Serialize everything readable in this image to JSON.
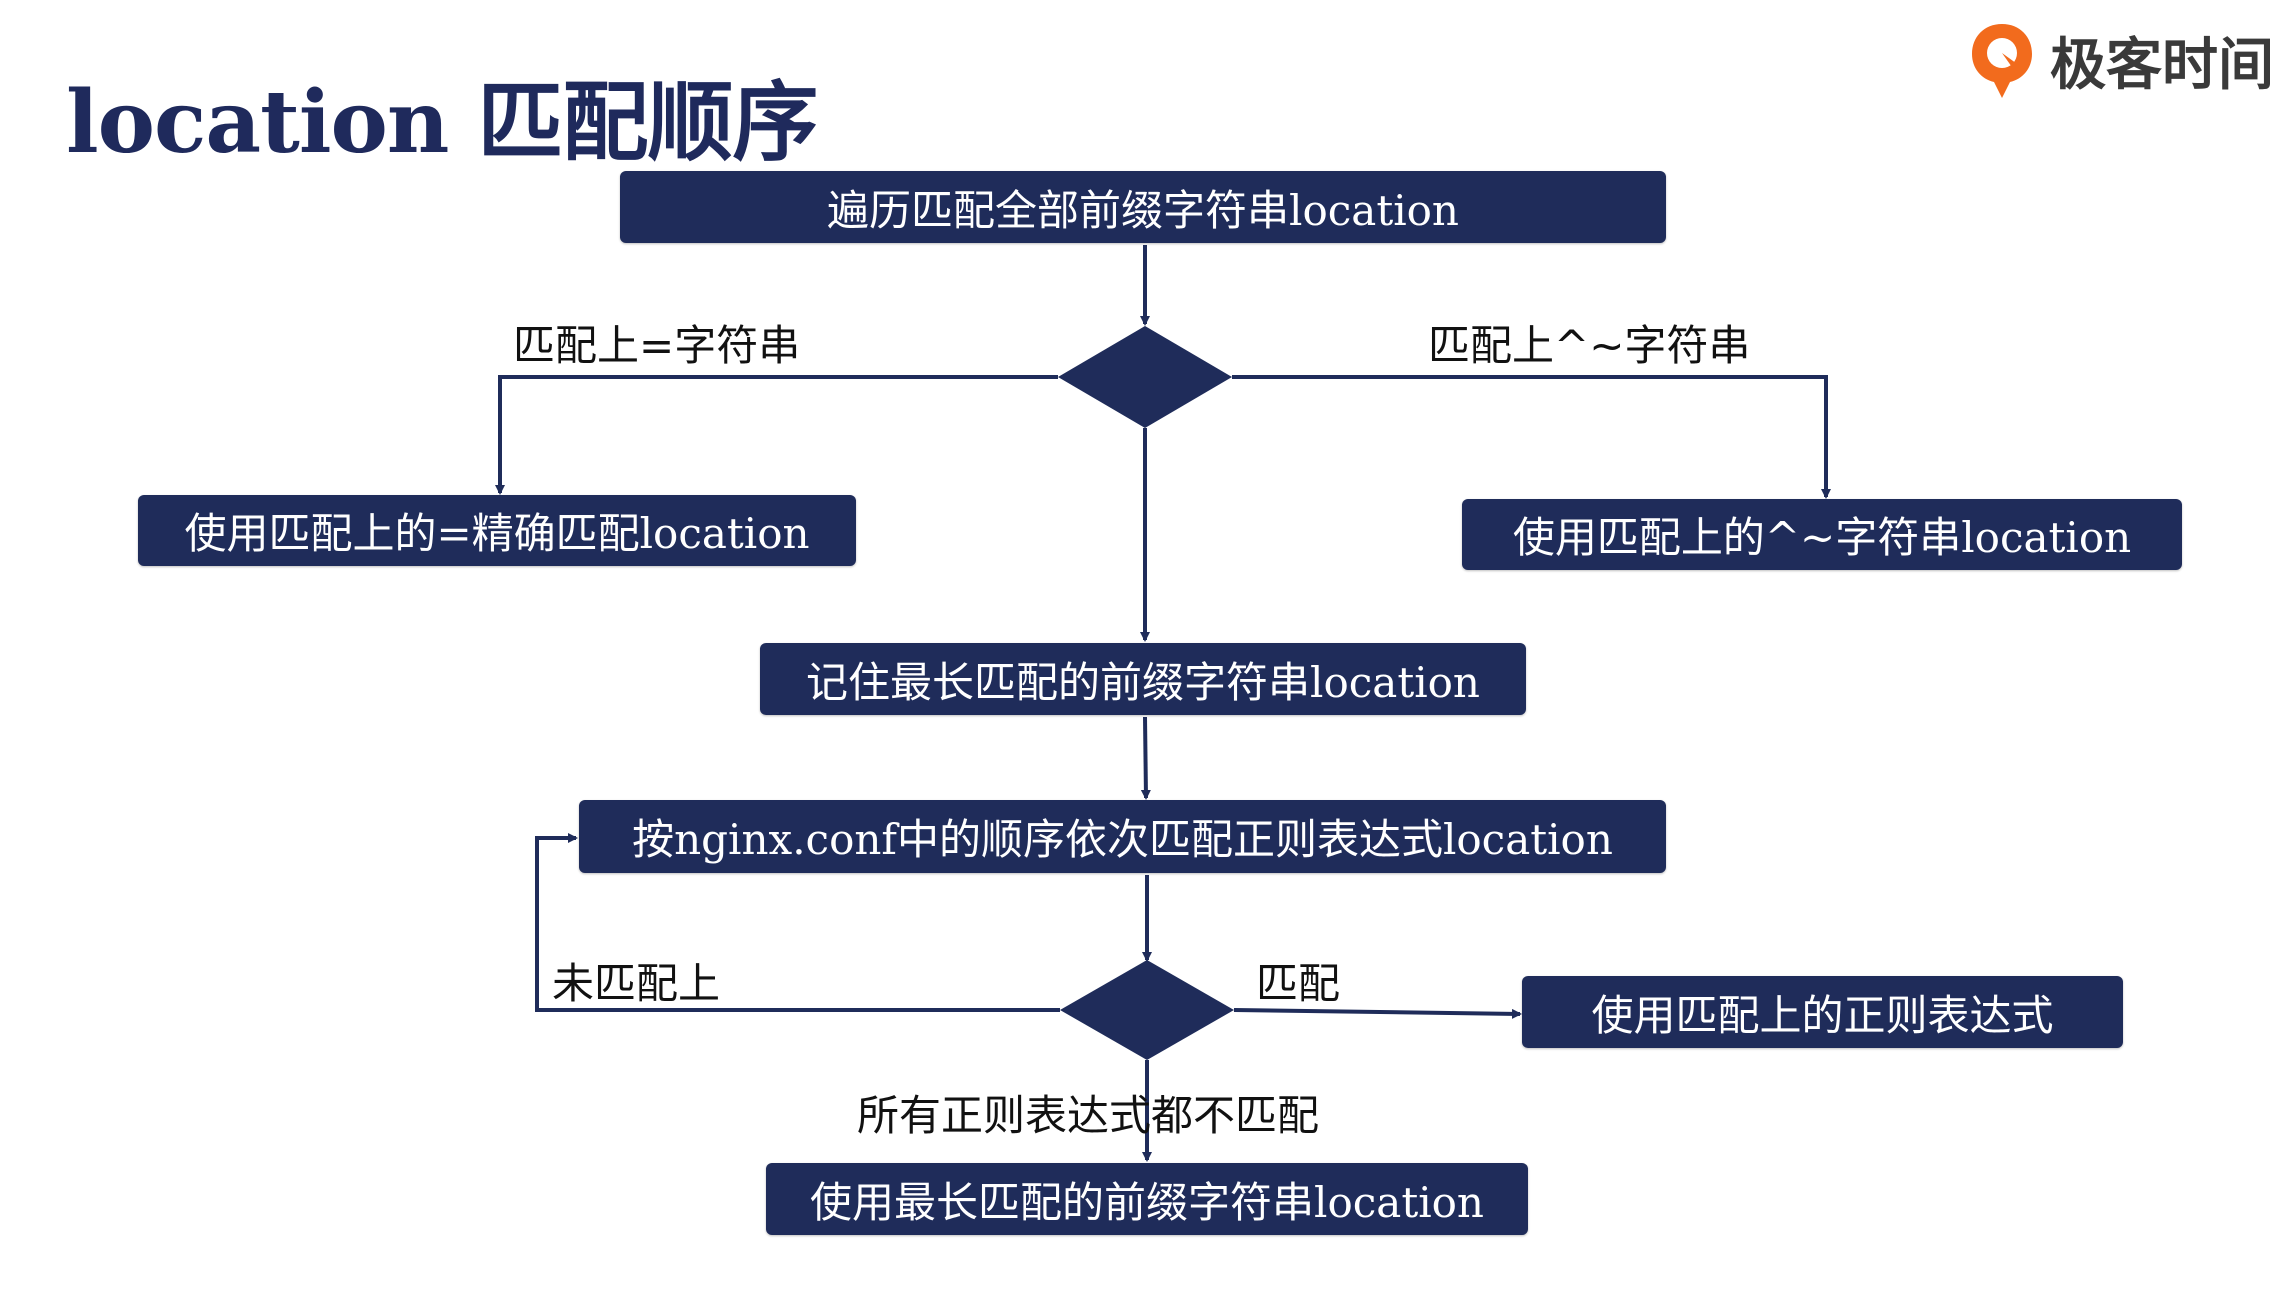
{
  "title": "location 匹配顺序",
  "brand": {
    "name": "极客时间",
    "accent": "#f26b1d"
  },
  "colors": {
    "box": "#1f2c5a",
    "line": "#1f2c5a"
  },
  "nodes": {
    "start": "遍历匹配全部前缀字符串location",
    "exact": "使用匹配上的=精确匹配location",
    "caret": "使用匹配上的^~字符串location",
    "remember": "记住最长匹配的前缀字符串location",
    "regex_loop": "按nginx.conf中的顺序依次匹配正则表达式location",
    "use_regex": "使用匹配上的正则表达式",
    "use_longest": "使用最长匹配的前缀字符串location"
  },
  "edges": {
    "exact_match": "匹配上=字符串",
    "caret_match": "匹配上^~字符串",
    "not_matched": "未匹配上",
    "matched": "匹配",
    "none_matched": "所有正则表达式都不匹配"
  }
}
